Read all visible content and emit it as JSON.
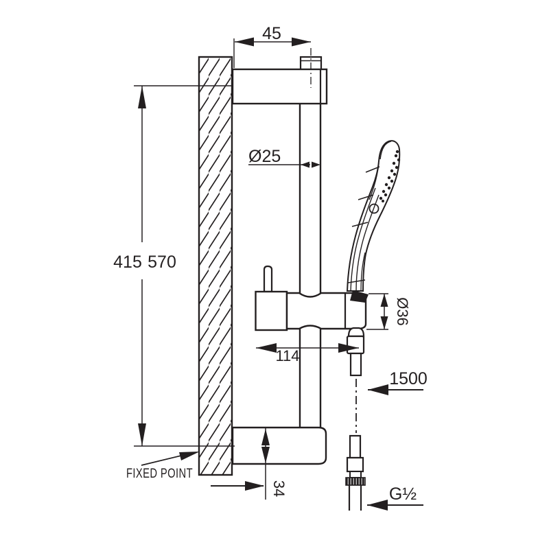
{
  "drawing": {
    "type": "technical-dimension-drawing",
    "subject": "shower slide rail kit side elevation",
    "colors": {
      "line": "#231f20",
      "background": "#ffffff"
    },
    "labels": {
      "dim_top_offset": "45",
      "dim_rail_diameter": "Ø25",
      "dim_travel": "415",
      "dim_rail_length": "570",
      "dim_holder_diameter": "Ø36",
      "dim_reach": "114",
      "dim_hose_length": "1500",
      "dim_bottom_bracket": "34",
      "dim_thread": "G½",
      "fixed_point_label": "FIXED POINT"
    }
  }
}
